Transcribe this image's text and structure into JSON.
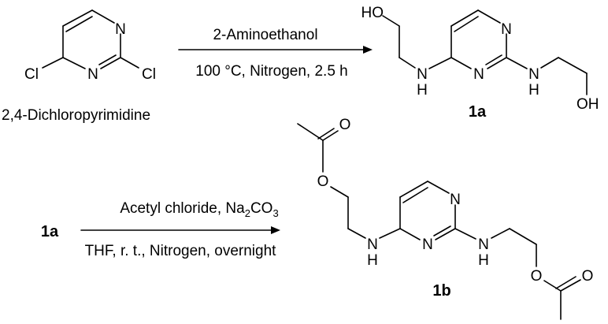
{
  "reaction_1": {
    "reactant_label": "2,4-Dichloropyrimidine",
    "reagent": "2-Aminoethanol",
    "conditions": "100 °C, Nitrogen, 2.5 h",
    "product_label": "1a"
  },
  "reaction_2": {
    "reactant_label": "1a",
    "reagent_prefix": "Acetyl chloride, Na",
    "reagent_sub1": "2",
    "reagent_mid": "CO",
    "reagent_sub2": "3",
    "conditions": "THF, r. t., Nitrogen, overnight",
    "product_label": "1b"
  },
  "atoms": {
    "N": "N",
    "Cl": "Cl",
    "O": "O",
    "H": "H",
    "HO": "HO",
    "OH": "OH"
  }
}
